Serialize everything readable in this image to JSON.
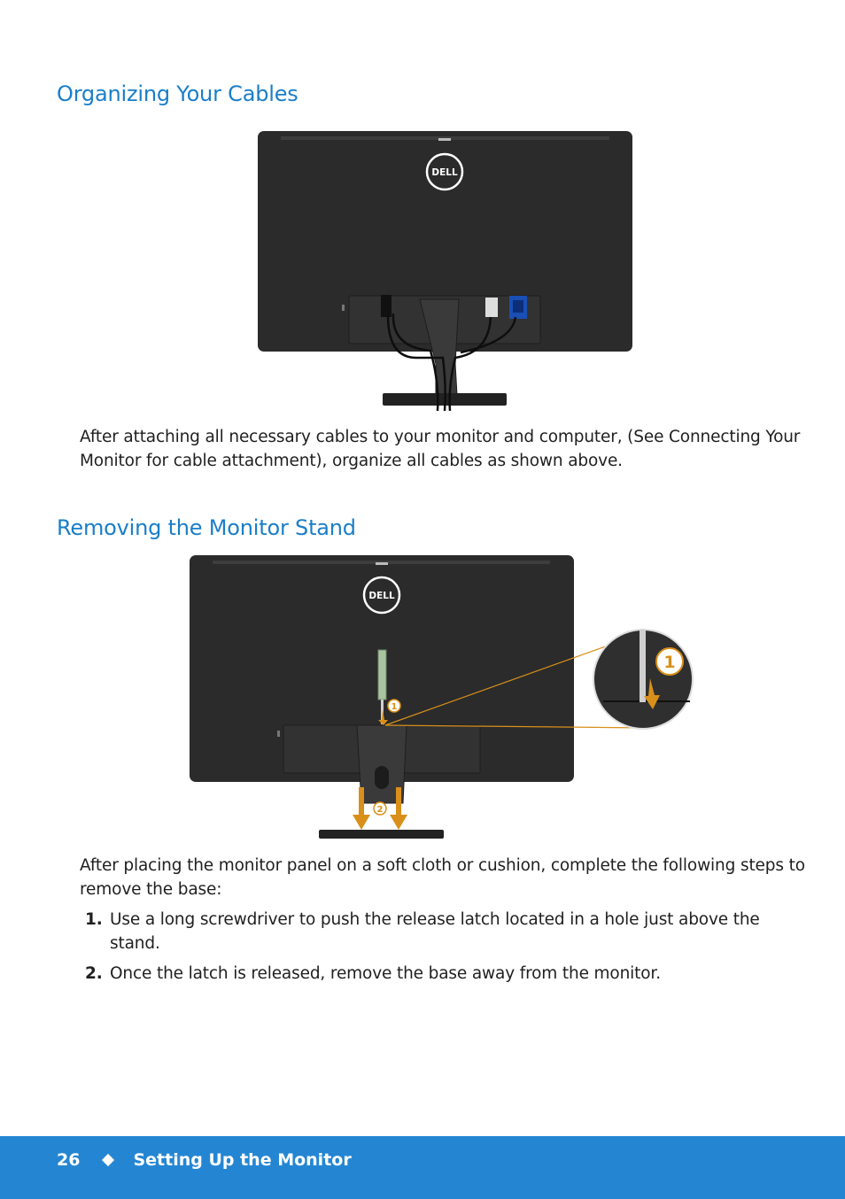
{
  "section1": {
    "heading": "Organizing Your Cables",
    "body": "After attaching all necessary cables to your monitor and computer, (See Connecting Your Monitor for cable attachment), organize all cables as shown above."
  },
  "section2": {
    "heading": "Removing the Monitor Stand",
    "intro": "After placing the monitor panel on a soft cloth or cushion, complete the following steps to remove the base:",
    "steps": [
      {
        "num": "1.",
        "text": "Use a long screwdriver to push the release latch located in a hole just above the stand."
      },
      {
        "num": "2.",
        "text": "Once the latch is released, remove the base away from the monitor."
      }
    ]
  },
  "figure_labels": {
    "logo": "DELL",
    "callout_1": "1",
    "callout_2": "2"
  },
  "footer": {
    "page_number": "26",
    "section_title": "Setting Up the Monitor",
    "separator_icon": "diamond-icon"
  },
  "colors": {
    "heading": "#1a7ec9",
    "footer_bg": "#2486d3",
    "monitor_body": "#2b2b2b",
    "callout": "#d9901a"
  }
}
